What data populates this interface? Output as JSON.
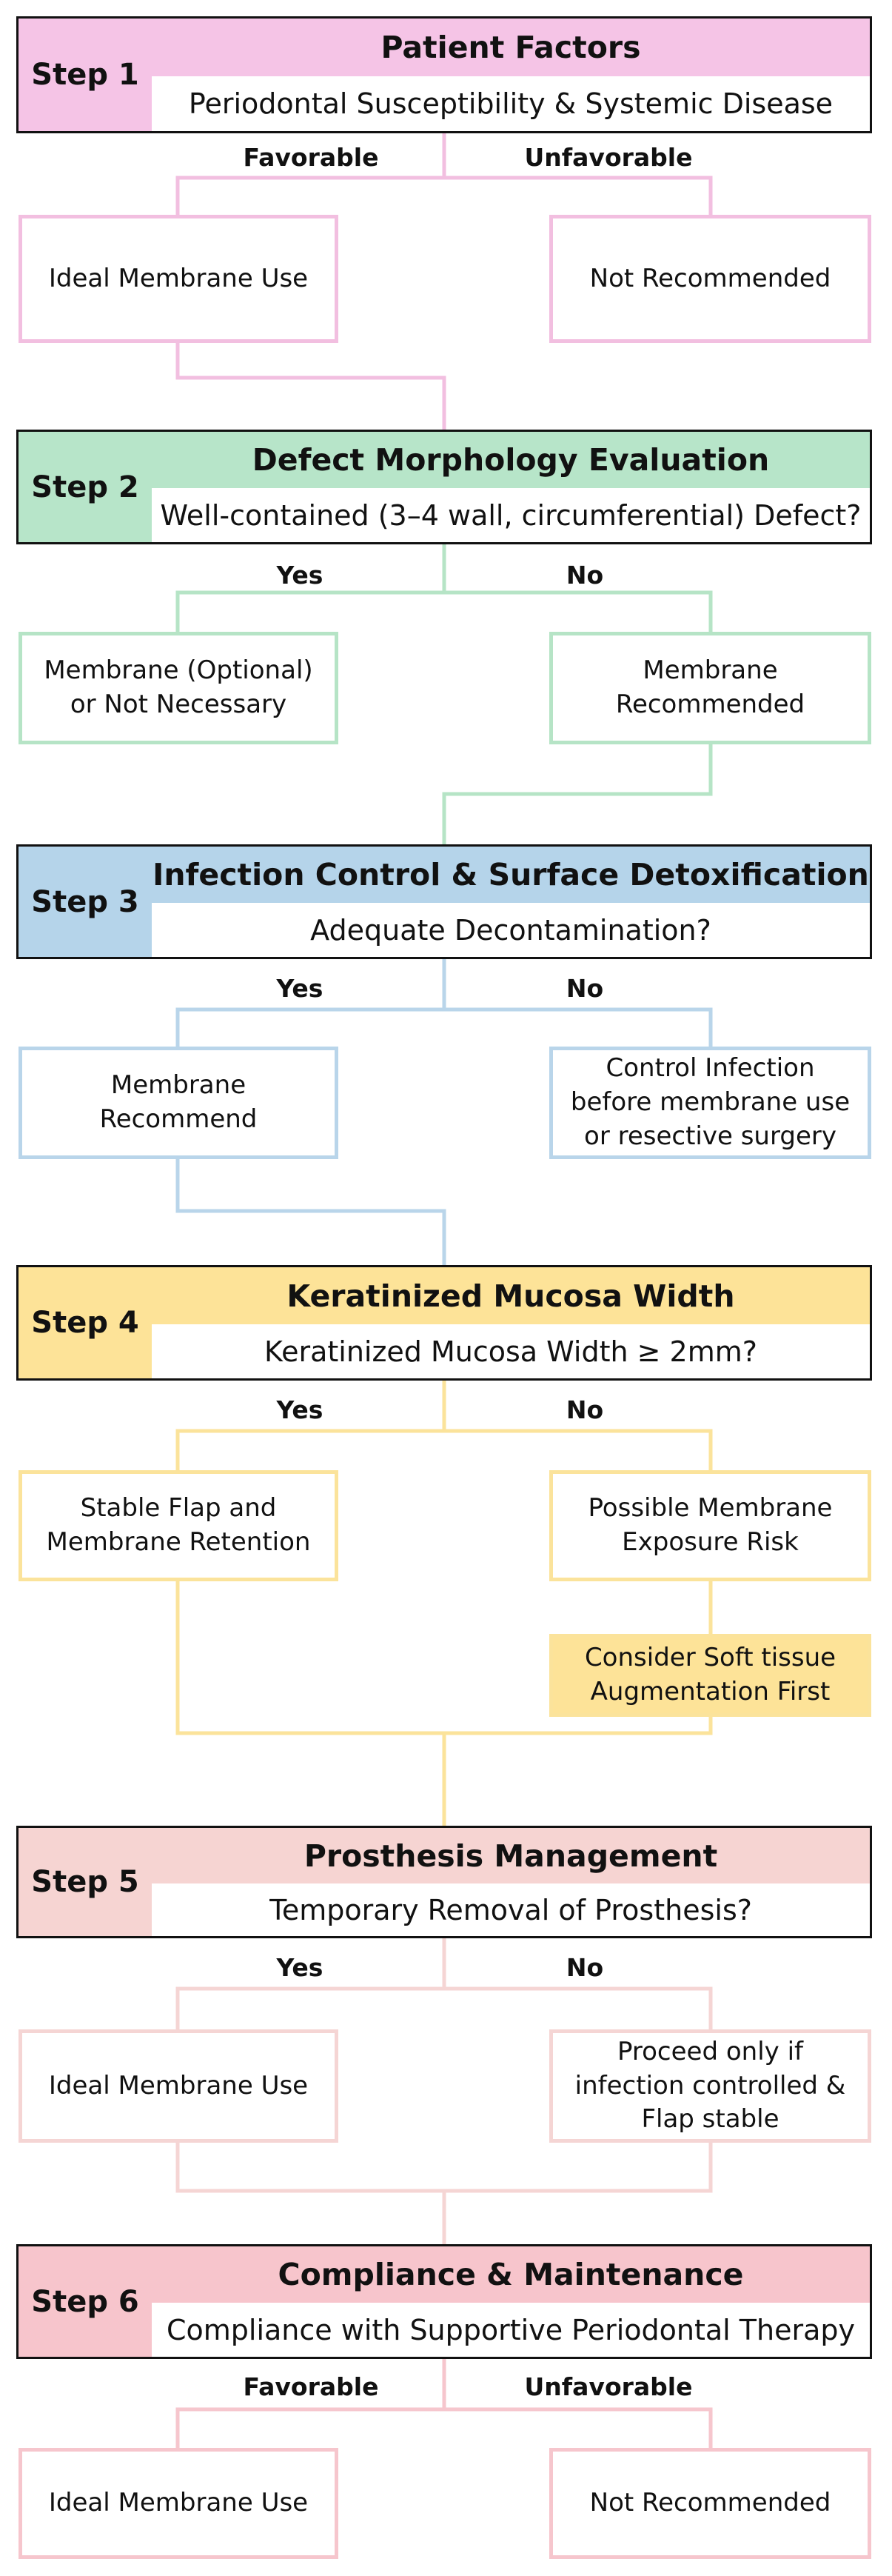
{
  "colors": {
    "step1": "#f5c4e6",
    "step2": "#b7e5c9",
    "step3": "#b5d4ea",
    "step4": "#fde398",
    "step5": "#f6d4d2",
    "step6": "#f7c5cc",
    "line1": "#f2bfe0",
    "line2": "#b6e4c6",
    "line3": "#b9d5ea",
    "line4": "#fbe39b",
    "line5": "#f5d5d4",
    "line6": "#f6c6cd"
  },
  "steps": [
    {
      "label": "Step 1",
      "title": "Patient Factors",
      "question": "Periodontal Susceptibility & Systemic Disease",
      "left_branch": "Favorable",
      "right_branch": "Unfavorable",
      "left_outcome": "Ideal Membrane Use",
      "right_outcome": "Not Recommended"
    },
    {
      "label": "Step 2",
      "title": "Defect Morphology Evaluation",
      "question": "Well-contained (3–4 wall, circumferential) Defect?",
      "left_branch": "Yes",
      "right_branch": "No",
      "left_outcome": "Membrane (Optional)\nor Not Necessary",
      "right_outcome": "Membrane\nRecommended"
    },
    {
      "label": "Step 3",
      "title": "Infection Control & Surface Detoxification",
      "question": "Adequate Decontamination?",
      "left_branch": "Yes",
      "right_branch": "No",
      "left_outcome": "Membrane\nRecommend",
      "right_outcome": "Control Infection\nbefore membrane use\nor resective surgery"
    },
    {
      "label": "Step 4",
      "title": "Keratinized Mucosa Width",
      "question": "Keratinized Mucosa Width ≥ 2mm?",
      "left_branch": "Yes",
      "right_branch": "No",
      "left_outcome": "Stable Flap and\nMembrane Retention",
      "right_outcome": "Possible Membrane\nExposure Risk",
      "extra_outcome": "Consider Soft tissue\nAugmentation First"
    },
    {
      "label": "Step 5",
      "title": "Prosthesis Management",
      "question": "Temporary Removal of Prosthesis?",
      "left_branch": "Yes",
      "right_branch": "No",
      "left_outcome": "Ideal Membrane Use",
      "right_outcome": "Proceed only if\ninfection controlled &\nFlap stable"
    },
    {
      "label": "Step 6",
      "title": "Compliance & Maintenance",
      "question": "Compliance with Supportive Periodontal Therapy",
      "left_branch": "Favorable",
      "right_branch": "Unfavorable",
      "left_outcome": "Ideal Membrane Use",
      "right_outcome": "Not Recommended"
    }
  ]
}
